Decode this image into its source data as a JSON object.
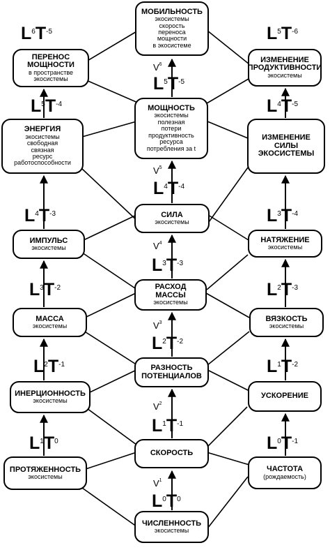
{
  "nodes": {
    "mobility": {
      "title": [
        "МОБИЛЬНОСТЬ"
      ],
      "sub": [
        "экосистемы",
        "скорость",
        "переноса",
        "мощности",
        "в экосистеме"
      ]
    },
    "power_transfer": {
      "title": [
        "ПЕРЕНОС",
        "МОЩНОСТИ"
      ],
      "sub": [
        "в пространстве",
        "экосистемы"
      ]
    },
    "prod_change": {
      "title": [
        "ИЗМЕНЕНИЕ",
        "ПРОДУКТИВНОСТИ"
      ],
      "sub": [
        "экосистемы"
      ]
    },
    "power": {
      "title": [
        "МОЩНОСТЬ"
      ],
      "sub": [
        "экосистемы",
        "полезная",
        "потери",
        "продуктивность",
        "ресурса",
        "потребления за t"
      ]
    },
    "energy": {
      "title": [
        "ЭНЕРГИЯ"
      ],
      "sub": [
        "экосистемы",
        "свободная",
        "связная",
        "ресурс",
        "работоспособности"
      ]
    },
    "force_change": {
      "title": [
        "ИЗМЕНЕНИЕ",
        "СИЛЫ",
        "ЭКОСИСТЕМЫ"
      ],
      "sub": []
    },
    "force": {
      "title": [
        "СИЛА"
      ],
      "sub": [
        "экосистемы"
      ]
    },
    "impulse": {
      "title": [
        "ИМПУЛЬС"
      ],
      "sub": [
        "экосистемы"
      ]
    },
    "tension": {
      "title": [
        "НАТЯЖЕНИЕ"
      ],
      "sub": [
        "экосистемы"
      ]
    },
    "mass_flow": {
      "title": [
        "РАСХОД",
        "МАССЫ"
      ],
      "sub": [
        "экосистемы"
      ]
    },
    "mass": {
      "title": [
        "МАССА"
      ],
      "sub": [
        "экосистемы"
      ]
    },
    "viscosity": {
      "title": [
        "ВЯЗКОСТЬ"
      ],
      "sub": [
        "экосистемы"
      ]
    },
    "potential_diff": {
      "title": [
        "РАЗНОСТЬ",
        "ПОТЕНЦИАЛОВ"
      ],
      "sub": []
    },
    "inertia": {
      "title": [
        "ИНЕРЦИОННОСТЬ"
      ],
      "sub": [
        "экосистемы"
      ]
    },
    "acceleration": {
      "title": [
        "УСКОРЕНИЕ"
      ],
      "sub": []
    },
    "speed": {
      "title": [
        "СКОРОСТЬ"
      ],
      "sub": []
    },
    "extent": {
      "title": [
        "ПРОТЯЖЕННОСТЬ"
      ],
      "sub": [
        "экосистемы"
      ]
    },
    "frequency": {
      "title": [
        "ЧАСТОТА"
      ],
      "sub": [
        "(рождаемость)"
      ]
    },
    "number": {
      "title": [
        "ЧИСЛЕННОСТЬ"
      ],
      "sub": [
        "экосистемы"
      ]
    }
  },
  "dimensions": [
    {
      "id": "lt_6_m5",
      "l": "6",
      "t": "-5"
    },
    {
      "id": "lt_5_m6",
      "l": "5",
      "t": "-6"
    },
    {
      "id": "lt_5_m5",
      "l": "5",
      "t": "-5"
    },
    {
      "id": "lt_5_m4",
      "l": "5",
      "t": "-4"
    },
    {
      "id": "lt_4_m5",
      "l": "4",
      "t": "-5"
    },
    {
      "id": "lt_4_m4",
      "l": "4",
      "t": "-4"
    },
    {
      "id": "lt_4_m3",
      "l": "4",
      "t": "-3"
    },
    {
      "id": "lt_3_m4",
      "l": "3",
      "t": "-4"
    },
    {
      "id": "lt_3_m3",
      "l": "3",
      "t": "-3"
    },
    {
      "id": "lt_3_m2",
      "l": "3",
      "t": "-2"
    },
    {
      "id": "lt_2_m3",
      "l": "2",
      "t": "-3"
    },
    {
      "id": "lt_2_m2",
      "l": "2",
      "t": "-2"
    },
    {
      "id": "lt_2_m1",
      "l": "2",
      "t": "-1"
    },
    {
      "id": "lt_1_m2",
      "l": "1",
      "t": "-2"
    },
    {
      "id": "lt_1_m1",
      "l": "1",
      "t": "-1"
    },
    {
      "id": "lt_1_0",
      "l": "1",
      "t": "0"
    },
    {
      "id": "lt_0_m1",
      "l": "0",
      "t": "-1"
    },
    {
      "id": "lt_0_0",
      "l": "0",
      "t": "0"
    }
  ],
  "velocity_labels": [
    {
      "id": "v1",
      "base": "V",
      "sup": "1"
    },
    {
      "id": "v2",
      "base": "V",
      "sup": "2"
    },
    {
      "id": "v3",
      "base": "V",
      "sup": "3"
    },
    {
      "id": "v4",
      "base": "V",
      "sup": "4"
    },
    {
      "id": "v5",
      "base": "V",
      "sup": "5"
    },
    {
      "id": "v6",
      "base": "V",
      "sup": "6"
    }
  ],
  "letters": {
    "l": "L",
    "t": "T"
  }
}
